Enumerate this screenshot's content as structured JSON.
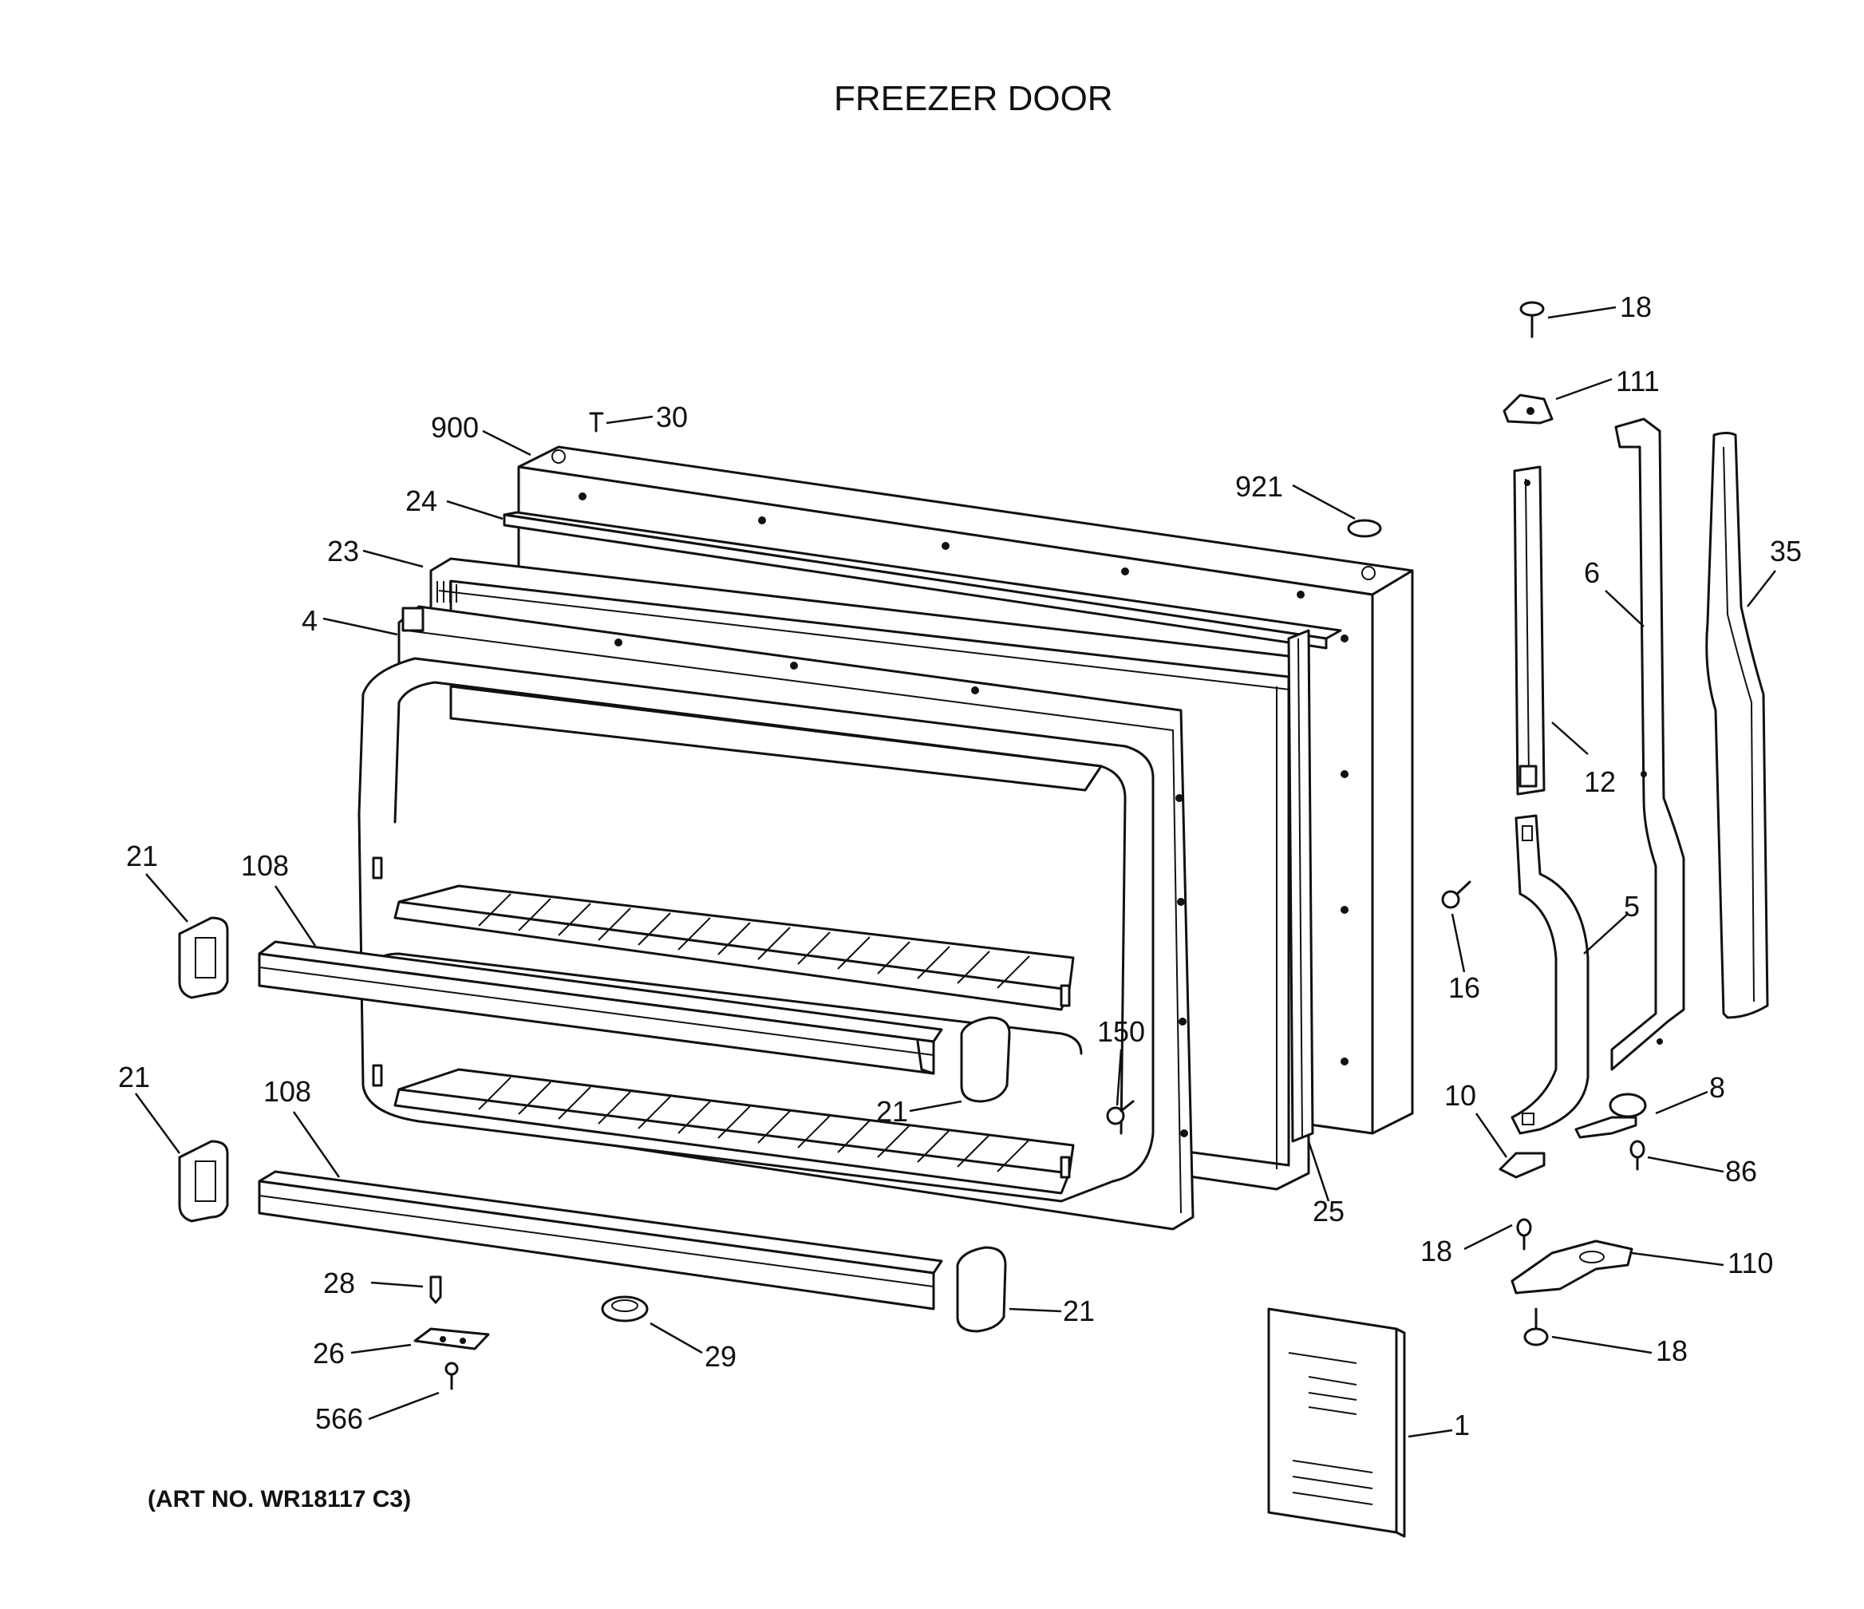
{
  "title": "FREEZER DOOR",
  "art_number": "(ART NO. WR18117 C3)",
  "callouts": {
    "c18a": "18",
    "c111": "111",
    "c30": "30",
    "c900": "900",
    "c921": "921",
    "c24": "24",
    "c23": "23",
    "c4": "4",
    "c35": "35",
    "c6": "6",
    "c12": "12",
    "c21a": "21",
    "c108a": "108",
    "c5": "5",
    "c16": "16",
    "c150": "150",
    "c21b": "21",
    "c21c": "21",
    "c108b": "108",
    "c10": "10",
    "c8": "8",
    "c86": "86",
    "c25": "25",
    "c18b": "18",
    "c110": "110",
    "c28": "28",
    "c21d": "21",
    "c18c": "18",
    "c26": "26",
    "c29": "29",
    "c1": "1",
    "c566": "566"
  }
}
